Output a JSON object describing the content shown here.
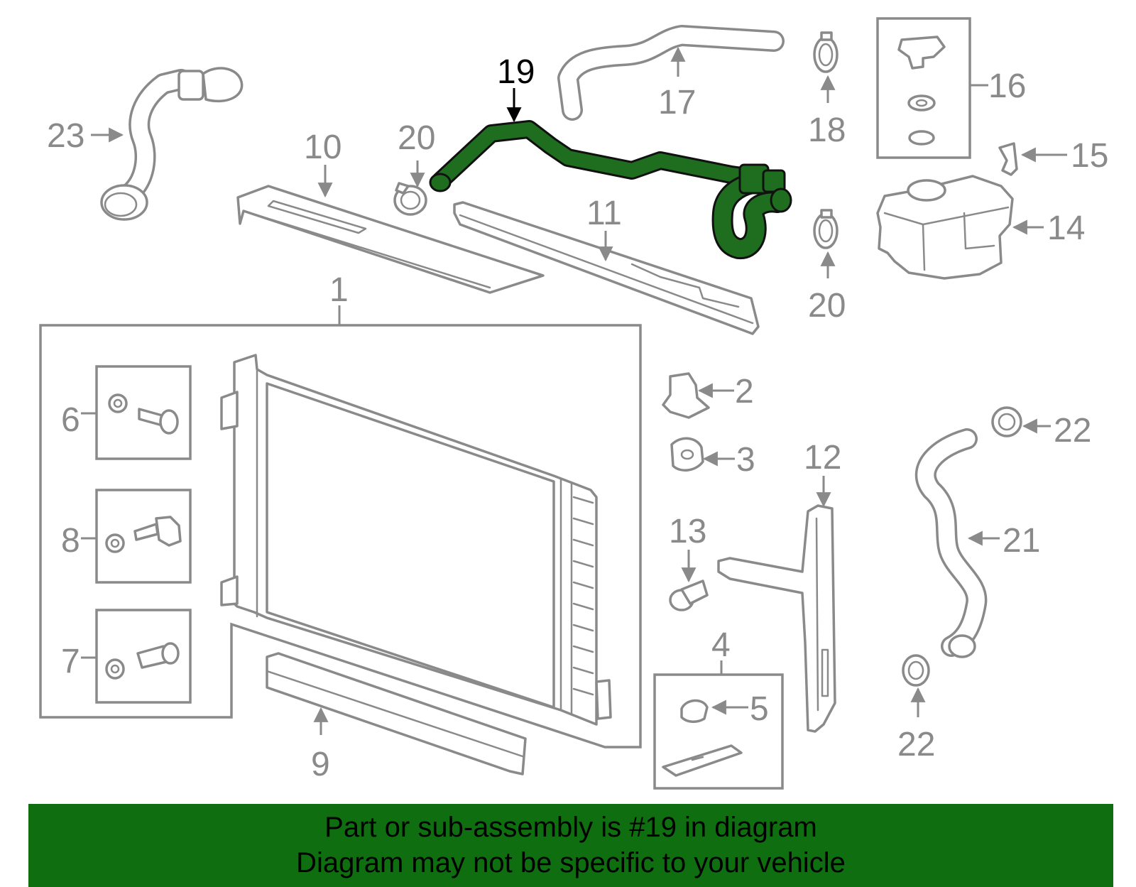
{
  "highlighted_part": "19",
  "callouts": {
    "c1": "1",
    "c2": "2",
    "c3": "3",
    "c4": "4",
    "c5": "5",
    "c6": "6",
    "c7": "7",
    "c8": "8",
    "c9": "9",
    "c10": "10",
    "c11": "11",
    "c12": "12",
    "c13": "13",
    "c14": "14",
    "c15": "15",
    "c16": "16",
    "c17": "17",
    "c18": "18",
    "c19": "19",
    "c20a": "20",
    "c20b": "20",
    "c21": "21",
    "c22a": "22",
    "c22b": "22",
    "c23": "23"
  },
  "banner": {
    "line1": "Part or sub-assembly is #19 in diagram",
    "line2": "Diagram may not be specific to your vehicle"
  },
  "colors": {
    "highlight": "#1f6e1f",
    "banner": "#0f6e0f",
    "line_art": "#8a8a8a"
  }
}
